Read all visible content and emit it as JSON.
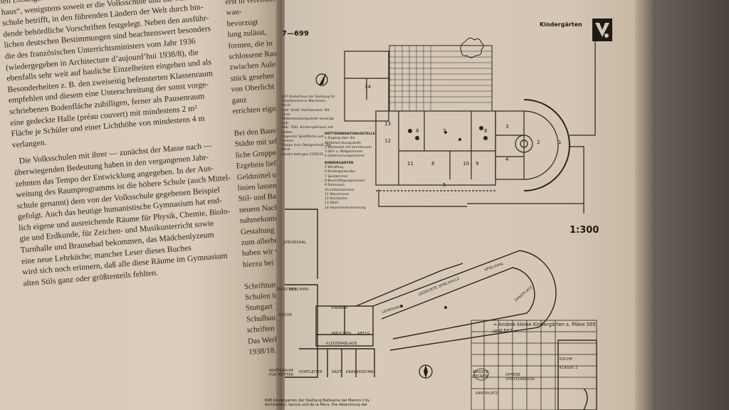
{
  "left_page": {
    "paragraphs": [
      [
        "ten Lösungen vorliegen, ist der Kern der Bauaufgabe „Schul-",
        "haus“, wenigstens soweit er die Volksschule und die Mittel-",
        "schule betrifft, in den führenden Ländern der Welt durch bin-",
        "dende behördliche Vorschriften festgelegt. Neben den ausführ-",
        "lichen deutschen Bestimmungen sind beachtenswert besonders",
        "die des französischen Unterrichtsministers vom Jahr 1936",
        "(wiedergegeben in Architecture d’aujourd’hui 1938/8), die",
        "ebenfalls sehr weit auf bauliche Einzelheiten eingehen und als",
        "Besonderheiten z. B. den zweiseitig befensterten Klassenraum",
        "empfehlen und diesem eine Unterschreitung der sonst vorge-",
        "schriebenen Bodenfläche zubilligen, ferner als Pausenraum",
        "eine gedeckte Halle (préau couvert) mit mindestens 2 m²",
        "Fläche je Schüler und einer Lichthöhe von mindestens 4 m",
        "verlangen."
      ],
      [
        "Die Volksschulen mit ihrer — zunächst der Masse nach —",
        "überwiegenden Bedeutung haben in den vergangenen Jahr-",
        "zehnten das Tempo der Entwicklung angegeben. In der Aus-",
        "weitung des Raumprogramms ist die höhere Schule (auch Mittel-",
        "schule genannt) dem von der Volksschule gegebenen Beispiel",
        "gefolgt. Auch das heutige humanistische Gymnasium hat end-",
        "lich eigene und ausreichende Räume für Physik, Chemie, Biolo-",
        "gie und Erdkunde, für Zeichen- und Musikunterricht sowie",
        "Turnhalle und Brausebad bekommen, das Mädchenlyzeum",
        "eine neue Lehrküche; mancher Leser dieses Buches",
        "wird sich noch erinnern, daß alle diese Räume im Gymnasium",
        "alten Stils ganz oder größtenteils fehlten."
      ]
    ],
    "column2": [
      "erst in vereinzel-",
      "wan-",
      "bevorzugt",
      "lung zulässt,",
      "formen, die in",
      "schlossene Raum",
      "zwischen Aulen",
      "stück gesehen",
      "von Oberlicht",
      "ganz",
      "errichten eignen",
      "",
      "Bei den Bauvorhaben",
      "Städte mit sehr",
      "liche Gruppen",
      "Ergebnis lieferten",
      "Geldmittel und",
      "linien lassen",
      "Stil- und Baugr",
      "neuem Nachdruck",
      "nahmekommen,",
      "Gestaltung des",
      "zum allerbesten",
      "haben wir wesentl",
      "hierzu bei Wett",
      "",
      "Schrifttum: V. G.",
      "Schulen in Preußen,",
      "Stuttgart 1931",
      "Schulbau, Berlin 19",
      "schriften veröffentl",
      "Das Werk (abwehr)",
      "1938/18."
    ]
  },
  "right_page": {
    "page_ref": "7—699",
    "header": "Kindergärten",
    "scale": "1:300",
    "caption_697": [
      "697 Kinderhaus der Siedlung für",
      "Arbeitsreiche in Mannheim. Archi-",
      "tekt: Städt. Hochbauamt. Mit einer",
      "Mütterberatungsstelle vereinigt (vgl.",
      "Abb. 702). Kinderspielraum mit außen-",
      "liegender Spielfläche und innerer",
      "Treppe zum Obergeschoß. Die Bauk-",
      "kosten betrugen 1930/31."
    ],
    "legend": {
      "title_1": "MÜTTERBERATUNGSSTELLE",
      "items_1": [
        "1 Zugang über die Mütterberatungsstelle",
        "2 Wartesaal mit Vorratsraum",
        "3 Still- u. Wiegezimmer",
        "4 Untersuchungszimmer"
      ],
      "title_2": "KINDERGARTEN",
      "items_2": [
        "5 Windfang",
        "6 Kindergarderobe",
        "7 Spielzimmer",
        "8 Beschäftigungszimmer",
        "9 Ruheraum",
        "10 Leiterinzimmer",
        "11 Waschraum",
        "12 Kochküche",
        "13 Abort",
        "14 Hausmeisterwohnung"
      ]
    },
    "plan_rooms": {
      "spielsaal": "SPEISESAAL",
      "knaben": "KNABEN",
      "maedchen": "MÄDCHEN",
      "kleiderablage": "KLEIDERABLAGE",
      "kueche": "KÜCHE",
      "lehrsaal": "LEHRSAAL",
      "gedeckte_spielhalle": "GEDECKTE SPIELHALLE",
      "spielsaal_2": "SPIELSAAL",
      "sandplatz": "SANDPLATZ",
      "warteraum": "WARTERAUM FÜR MÜTTER",
      "hortleiter": "HORTLEITER",
      "arzt": "ARZT",
      "krankenzimmer": "KRANKENZIMR.",
      "zwischen": "ZWISCHEN",
      "geschirr": "GESCHIRR",
      "abtlg": "ABTLG."
    },
    "note_other": "→ Andere kleine Kindergärten s. Pläne 505 und 507 ←",
    "caption_698": [
      "698 Kindergarten der Siedlung Balbuena bei Mexico City.",
      "Architekten: Garcia und de la Mora. Die Abwicklung der"
    ],
    "inset_labels": {
      "wasserbecken": "WASSER-BECKEN",
      "offene_spielterrasse": "OFFENE SPIELTERRASSE",
      "sandplatz": "SANDPLATZ",
      "klasse": "KLASSE 2",
      "kueche": "KÜCHE"
    }
  }
}
